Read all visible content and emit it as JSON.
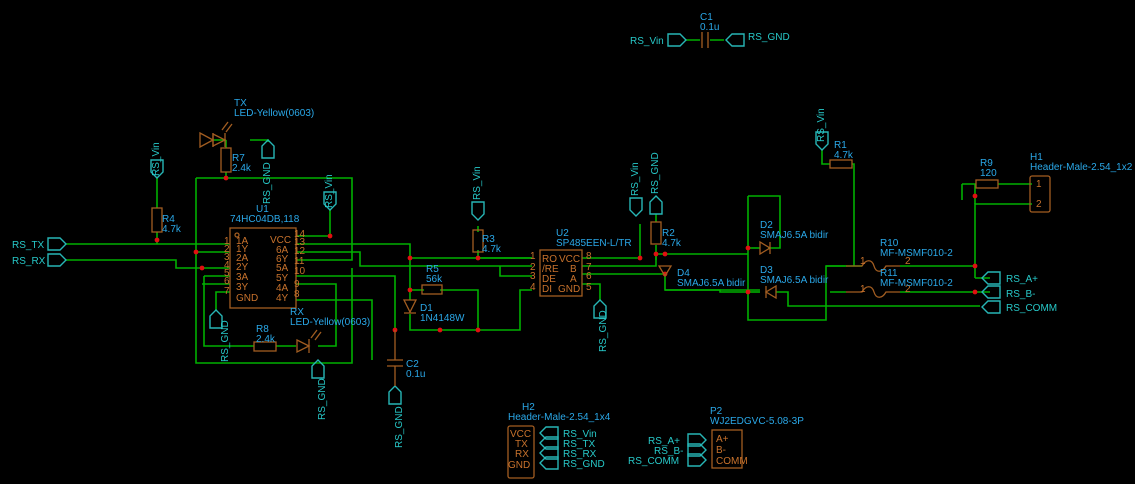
{
  "nets": {
    "vin": "RS_Vin",
    "gnd": "RS_GND",
    "tx": "RS_TX",
    "rx": "RS_RX",
    "a": "RS_A+",
    "b": "RS_B-",
    "comm": "RS_COMM"
  },
  "parts": {
    "c1": {
      "ref": "C1",
      "value": "0.1u"
    },
    "c2": {
      "ref": "C2",
      "value": "0.1u"
    },
    "u1": {
      "ref": "U1",
      "value": "74HC04DB,118",
      "pins_left": [
        "1",
        "2",
        "3",
        "4",
        "5",
        "6"
      ],
      "pins_left_names": [
        "1A",
        "1Y",
        "2A",
        "2Y",
        "3A",
        "3Y"
      ],
      "pin7": "7",
      "pin7_name": "GND",
      "pins_right": [
        "14",
        "13",
        "12",
        "11",
        "10",
        "9",
        "8"
      ],
      "pins_right_names": [
        "VCC",
        "6A",
        "6Y",
        "5A",
        "5Y",
        "4A",
        "4Y"
      ]
    },
    "u2": {
      "ref": "U2",
      "value": "SP485EEN-L/TR",
      "pins_left": [
        "1",
        "2",
        "3",
        "4"
      ],
      "pins_left_names": [
        "RO",
        "/RE",
        "DE",
        "DI"
      ],
      "pins_right": [
        "8",
        "7",
        "6",
        "5"
      ],
      "pins_right_names": [
        "VCC",
        "B",
        "A",
        "GND"
      ]
    },
    "tx_led": {
      "ref": "TX",
      "value": "LED-Yellow(0603)"
    },
    "rx_led": {
      "ref": "RX",
      "value": "LED-Yellow(0603)"
    },
    "r1": {
      "ref": "R1",
      "value": "4.7k"
    },
    "r2": {
      "ref": "R2",
      "value": "4.7k"
    },
    "r3": {
      "ref": "R3",
      "value": "4.7k"
    },
    "r4": {
      "ref": "R4",
      "value": "4.7k"
    },
    "r5": {
      "ref": "R5",
      "value": "56k"
    },
    "r7": {
      "ref": "R7",
      "value": "2.4k"
    },
    "r8": {
      "ref": "R8",
      "value": "2.4k"
    },
    "r9": {
      "ref": "R9",
      "value": "120"
    },
    "r10": {
      "ref": "R10",
      "value": "MF-MSMF010-2",
      "pin1": "1",
      "pin2": "2"
    },
    "r11": {
      "ref": "R11",
      "value": "MF-MSMF010-2",
      "pin1": "1",
      "pin2": "2"
    },
    "d1": {
      "ref": "D1",
      "value": "1N4148W"
    },
    "d2": {
      "ref": "D2",
      "value": "SMAJ6.5A bidir"
    },
    "d3": {
      "ref": "D3",
      "value": "SMAJ6.5A bidir"
    },
    "d4": {
      "ref": "D4",
      "value": "SMAJ6.5A bidir"
    },
    "h1": {
      "ref": "H1",
      "value": "Header-Male-2.54_1x2",
      "pins": [
        "1",
        "2"
      ]
    },
    "h2": {
      "ref": "H2",
      "value": "Header-Male-2.54_1x4",
      "pins": [
        "VCC",
        "TX",
        "RX",
        "GND"
      ]
    },
    "p2": {
      "ref": "P2",
      "value": "WJ2EDGVC-5.08-3P",
      "pins": [
        "A+",
        "B-",
        "COMM"
      ]
    }
  },
  "colors": {
    "wire": "#00b000",
    "part": "#a25d21",
    "net_flag": "#27b6b6",
    "label": "#2aa8e8",
    "junction": "#e01010",
    "background": "#000000"
  }
}
